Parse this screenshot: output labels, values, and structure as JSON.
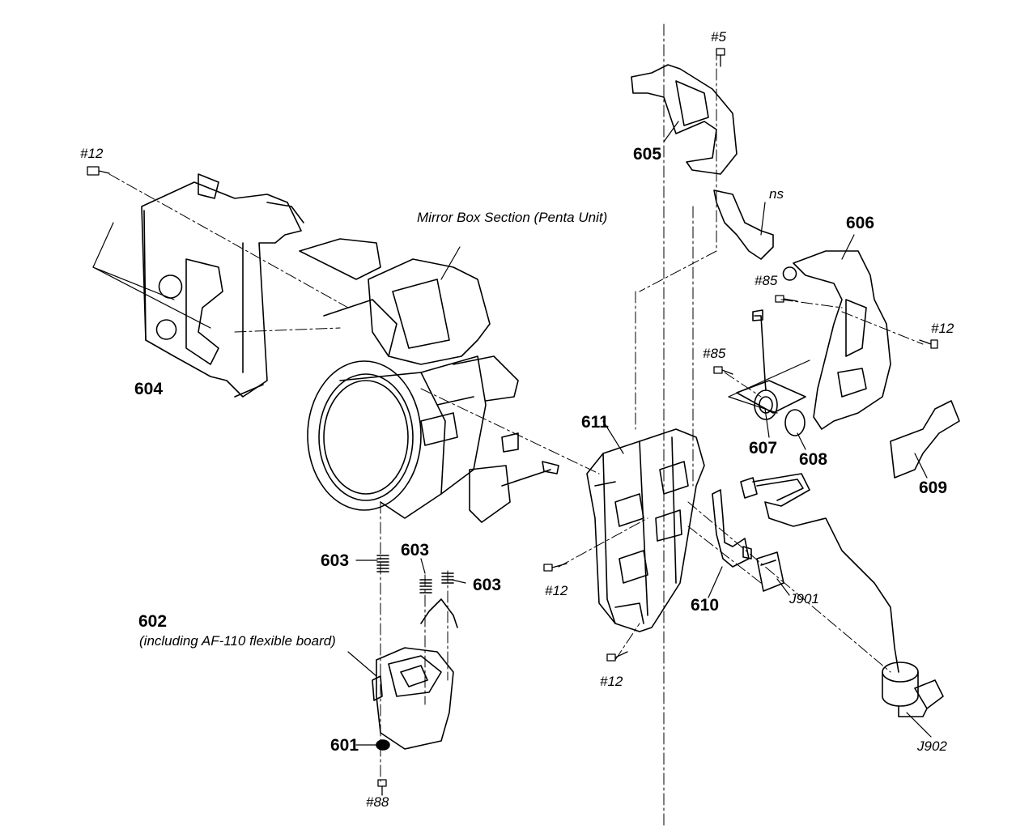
{
  "labels": {
    "p601": "601",
    "p602": "602",
    "p602_note": "(including AF-110 flexible board)",
    "p603_a": "603",
    "p603_b": "603",
    "p603_c": "603",
    "p604": "604",
    "p605": "605",
    "p606": "606",
    "p607": "607",
    "p608": "608",
    "p609": "609",
    "p610": "610",
    "p611": "611",
    "mirror_box": "Mirror Box Section (Penta Unit)",
    "s5": "#5",
    "s12_a": "#12",
    "s12_b": "#12",
    "s12_c": "#12",
    "s12_d": "#12",
    "s85_a": "#85",
    "s85_b": "#85",
    "s88": "#88",
    "ns": "ns",
    "j901": "J901",
    "j902": "J902"
  }
}
